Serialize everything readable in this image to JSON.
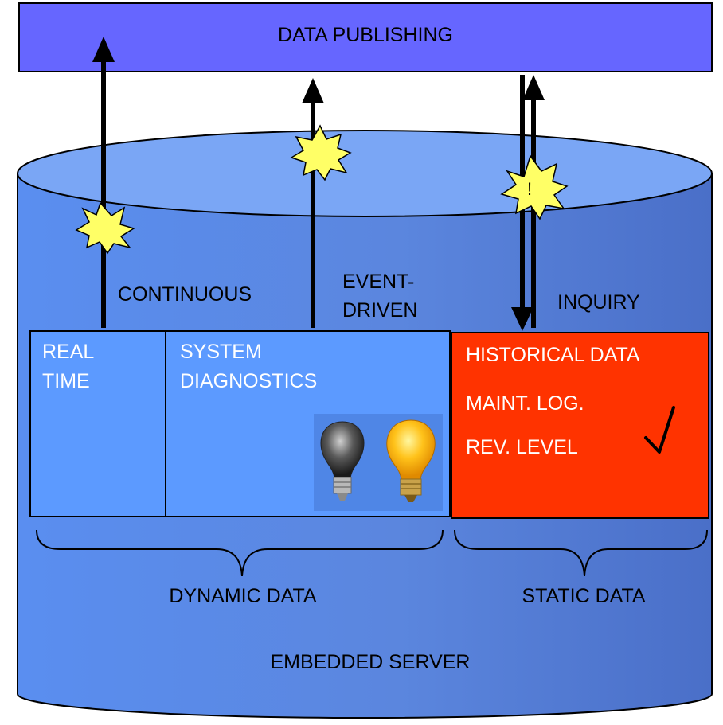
{
  "publishing": {
    "label": "DATA PUBLISHING"
  },
  "server": {
    "label": "EMBEDDED SERVER"
  },
  "flows": {
    "continuous": "CONTINUOUS",
    "event_driven_line1": "EVENT-",
    "event_driven_line2": "DRIVEN",
    "inquiry": "INQUIRY"
  },
  "boxes": {
    "real_time": {
      "line1": "REAL",
      "line2": "TIME"
    },
    "system_diagnostics": {
      "line1": "SYSTEM",
      "line2": "DIAGNOSTICS"
    },
    "static": {
      "line1": "HISTORICAL DATA",
      "line2": "MAINT. LOG.",
      "line3": "REV. LEVEL"
    }
  },
  "groups": {
    "dynamic": "DYNAMIC DATA",
    "static": "STATIC DATA"
  },
  "burst_mark": "!",
  "icons": [
    "starburst-icon",
    "burnt-lightbulb-icon",
    "lit-lightbulb-icon",
    "checkmark-icon"
  ],
  "colors": {
    "publishing_bar": "#6666ff",
    "cylinder_body": "#5b86de",
    "cylinder_top": "#7aa6f5",
    "dynamic_box": "#5c9aff",
    "static_box": "#ff3300",
    "starburst": "#ffff66"
  }
}
